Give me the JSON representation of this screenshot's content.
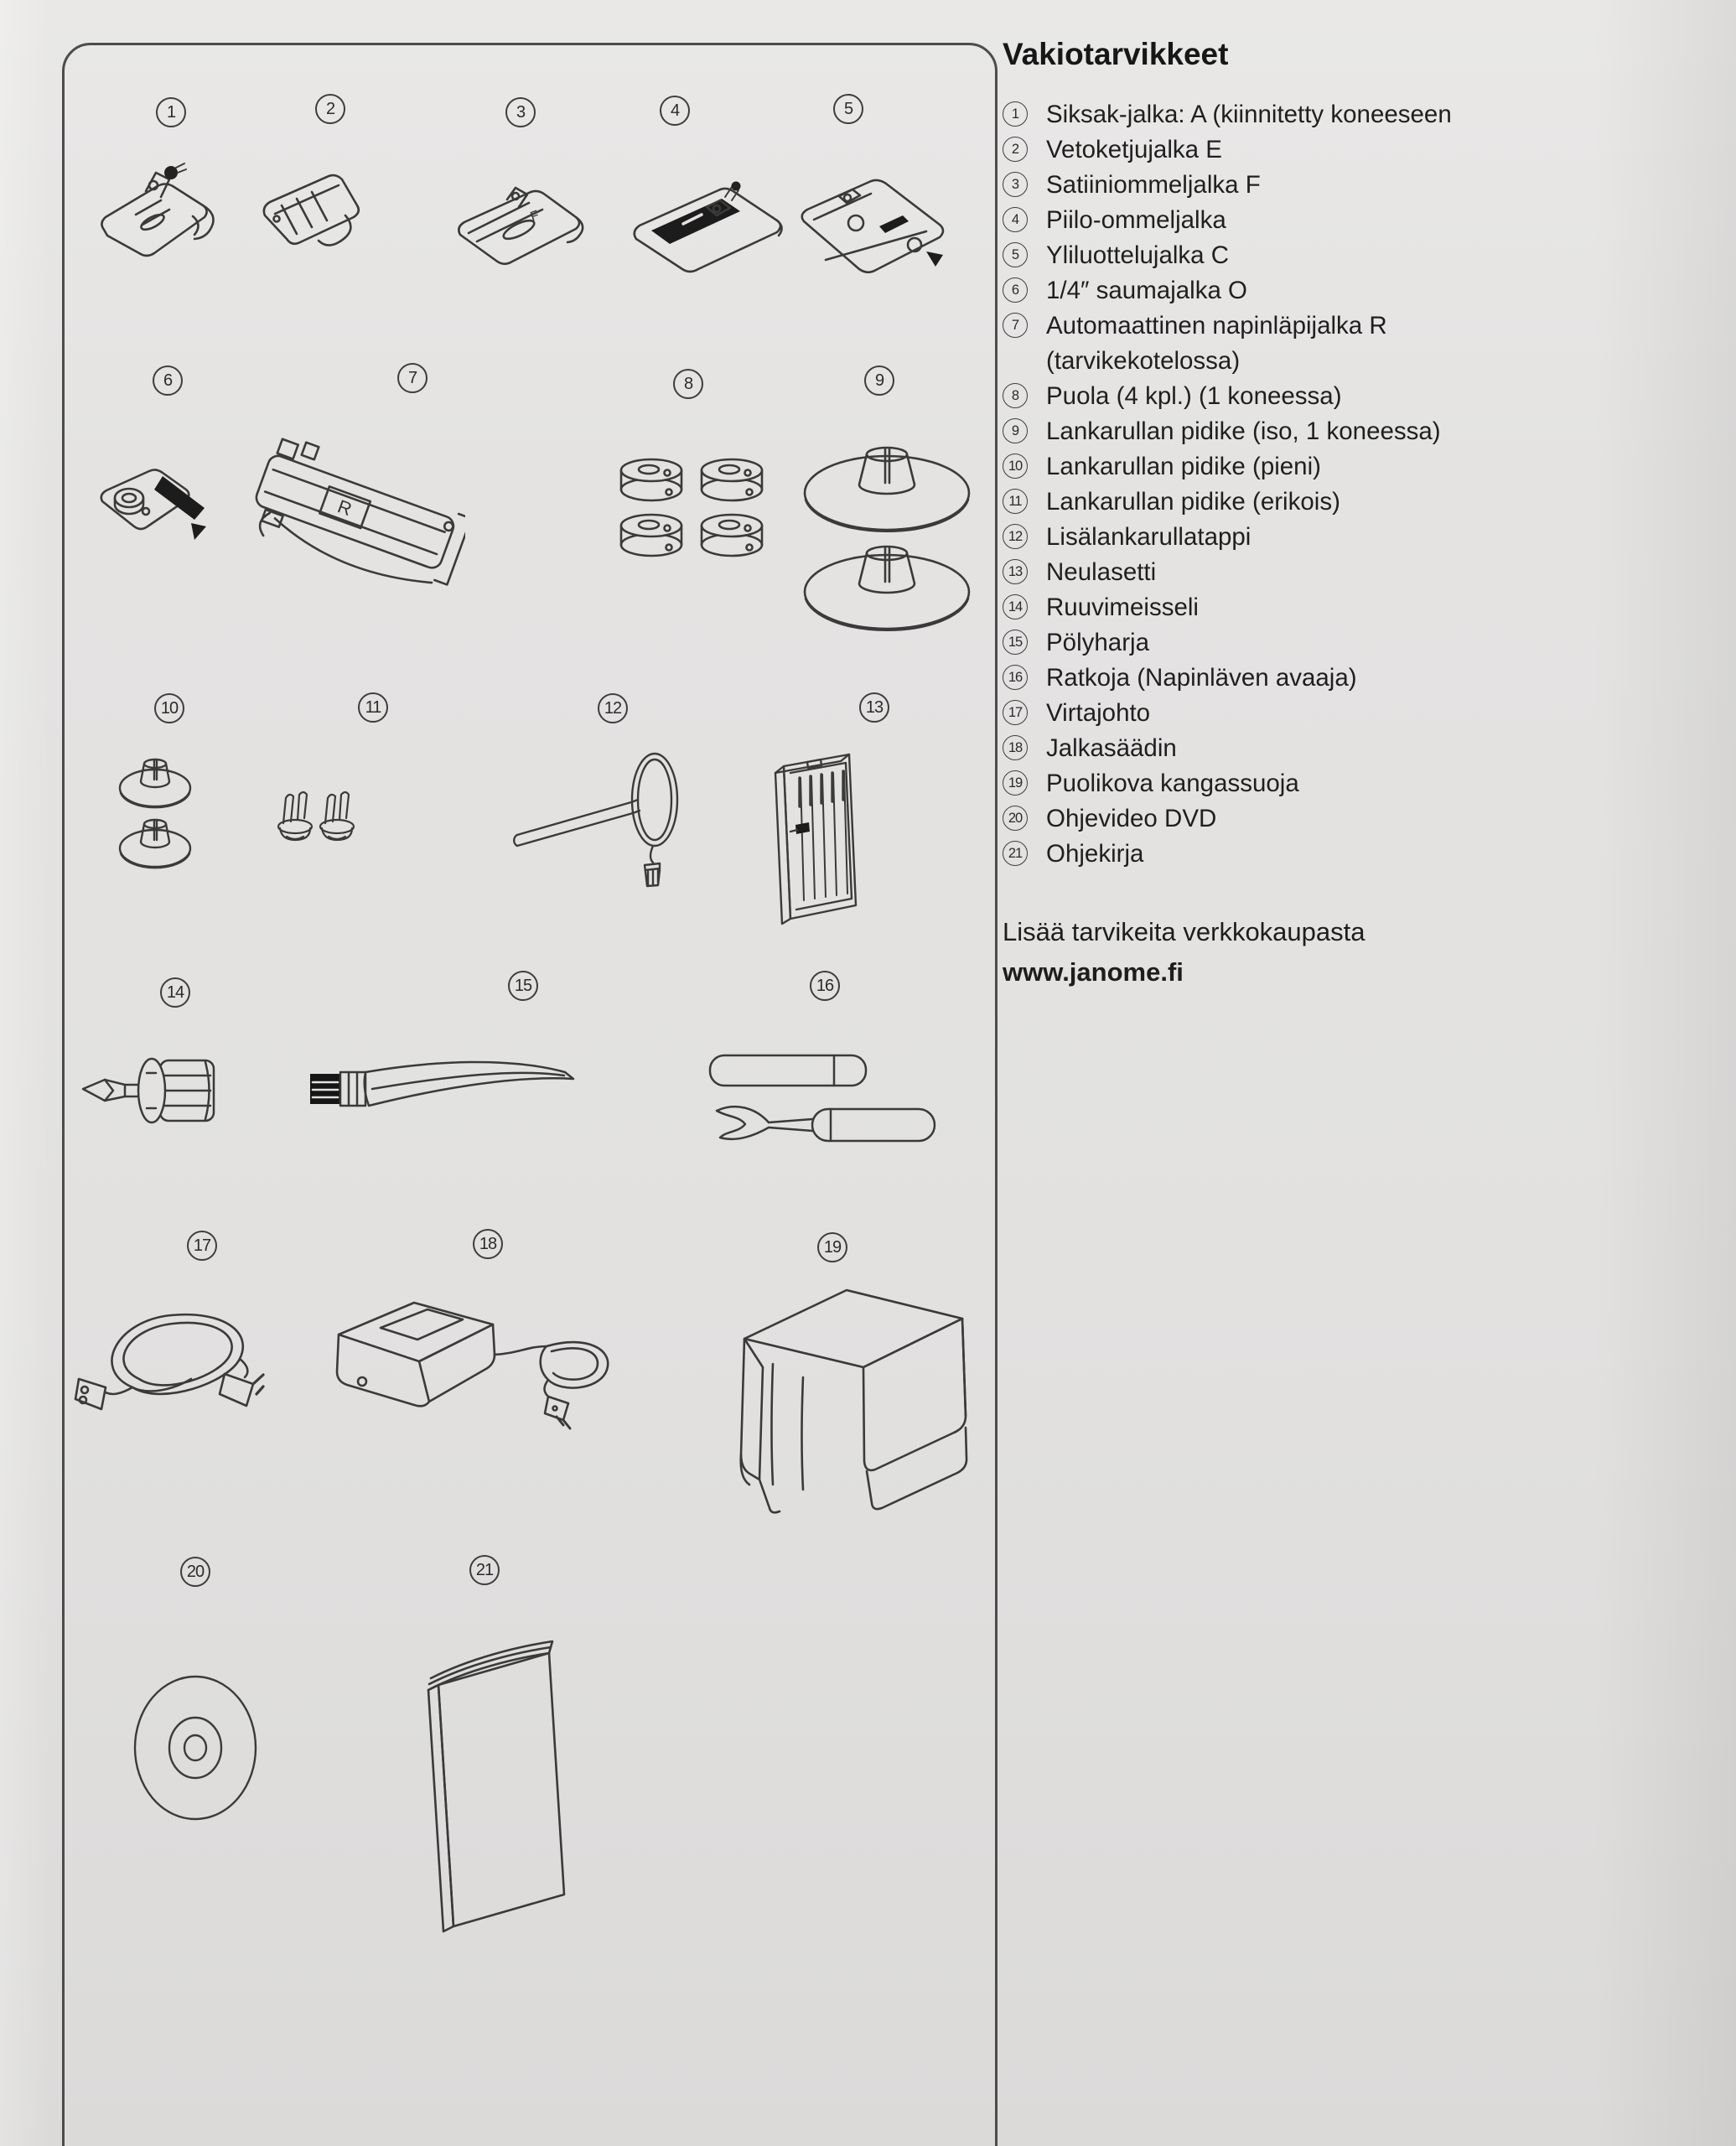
{
  "list": {
    "title": "Vakiotarvikkeet",
    "items": [
      {
        "num": "1",
        "label": "Siksak-jalka: A (kiinnitetty koneeseen"
      },
      {
        "num": "2",
        "label": "Vetoketjujalka E"
      },
      {
        "num": "3",
        "label": "Satiiniommeljalka F"
      },
      {
        "num": "4",
        "label": "Piilo-ommeljalka"
      },
      {
        "num": "5",
        "label": "Yliluottelujalka C"
      },
      {
        "num": "6",
        "label": "1/4″ saumajalka O"
      },
      {
        "num": "7",
        "label": "Automaattinen napinläpijalka R (tarvikekotelossa)"
      },
      {
        "num": "8",
        "label": "Puola (4 kpl.) (1 koneessa)"
      },
      {
        "num": "9",
        "label": "Lankarullan pidike (iso, 1 koneessa)"
      },
      {
        "num": "10",
        "label": "Lankarullan pidike (pieni)"
      },
      {
        "num": "11",
        "label": "Lankarullan pidike (erikois)"
      },
      {
        "num": "12",
        "label": "Lisälankarullatappi"
      },
      {
        "num": "13",
        "label": "Neulasetti"
      },
      {
        "num": "14",
        "label": "Ruuvimeisseli"
      },
      {
        "num": "15",
        "label": "Pölyharja"
      },
      {
        "num": "16",
        "label": "Ratkoja (Napinläven avaaja)"
      },
      {
        "num": "17",
        "label": "Virtajohto"
      },
      {
        "num": "18",
        "label": "Jalkasäädin"
      },
      {
        "num": "19",
        "label": "Puolikova kangassuoja"
      },
      {
        "num": "20",
        "label": "Ohjevideo DVD"
      },
      {
        "num": "21",
        "label": "Ohjekirja"
      }
    ],
    "footer_line1": "Lisää tarvikeita verkkokaupasta",
    "footer_line2": "www.janome.fi"
  },
  "panel": {
    "figures": [
      {
        "num": "1",
        "name": "zigzag-foot-a"
      },
      {
        "num": "2",
        "name": "zipper-foot-e"
      },
      {
        "num": "3",
        "name": "satin-stitch-foot-f"
      },
      {
        "num": "4",
        "name": "blind-hem-foot"
      },
      {
        "num": "5",
        "name": "overcasting-foot-c"
      },
      {
        "num": "6",
        "name": "quarter-inch-seam-foot-o"
      },
      {
        "num": "7",
        "name": "automatic-buttonhole-foot-r"
      },
      {
        "num": "8",
        "name": "bobbins"
      },
      {
        "num": "9",
        "name": "spool-holder-large"
      },
      {
        "num": "10",
        "name": "spool-holder-small"
      },
      {
        "num": "11",
        "name": "spool-holder-special"
      },
      {
        "num": "12",
        "name": "extra-spool-pin"
      },
      {
        "num": "13",
        "name": "needle-set"
      },
      {
        "num": "14",
        "name": "screwdriver"
      },
      {
        "num": "15",
        "name": "lint-brush"
      },
      {
        "num": "16",
        "name": "seam-ripper"
      },
      {
        "num": "17",
        "name": "power-cord"
      },
      {
        "num": "18",
        "name": "foot-control"
      },
      {
        "num": "19",
        "name": "semi-hard-fabric-cover"
      },
      {
        "num": "20",
        "name": "instruction-dvd"
      },
      {
        "num": "21",
        "name": "instruction-book"
      }
    ]
  },
  "colors": {
    "paper": "#e4e2e1",
    "ink": "#1d1d1d",
    "line": "#3a3a3a"
  }
}
